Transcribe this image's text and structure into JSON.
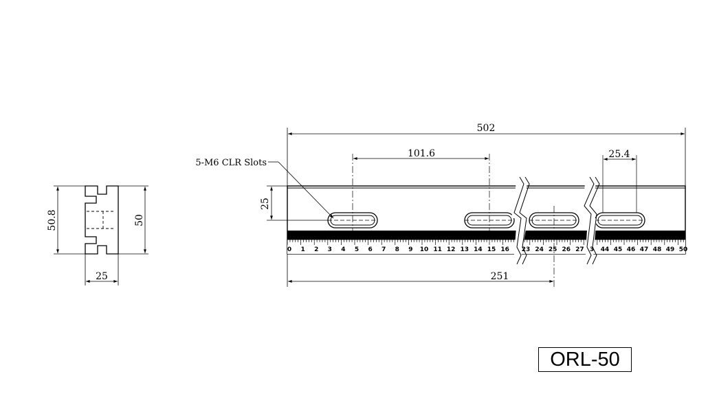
{
  "dimensions": {
    "total_length": "502",
    "slot_pitch": "101.6",
    "slot_length": "25.4",
    "slot_offset": "25",
    "half_length": "251",
    "profile_height": "50.8",
    "body_height": "50",
    "profile_width": "25"
  },
  "callout": {
    "slots": "5-M6 CLR Slots"
  },
  "scale": {
    "segment1": [
      "0",
      "1",
      "2",
      "3",
      "4",
      "5",
      "6",
      "7",
      "8",
      "9",
      "10",
      "11",
      "12",
      "13",
      "14",
      "15",
      "16"
    ],
    "segment2": [
      "23",
      "24",
      "25",
      "26",
      "27"
    ],
    "segment3": [
      "3",
      "44",
      "45",
      "46",
      "47",
      "48",
      "49",
      "50"
    ]
  },
  "title": {
    "part_number": "ORL-50"
  },
  "colors": {
    "line": "#000000",
    "background": "#ffffff"
  }
}
